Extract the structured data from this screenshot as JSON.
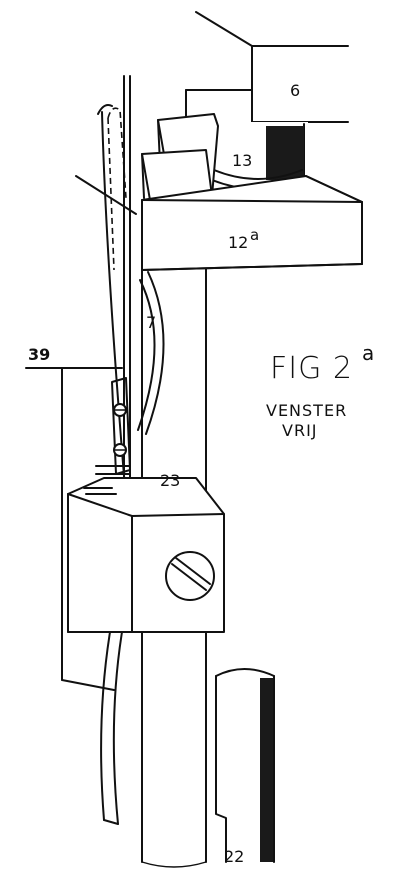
{
  "figure": {
    "title": "FIG 2",
    "title_superscript": "a",
    "caption_line1": "VENSTER",
    "caption_line2": "VRIJ"
  },
  "labels": {
    "part_6": "6",
    "part_13": "13",
    "part_12a": "12",
    "part_12a_sup": "a",
    "part_7": "7",
    "part_39": "39",
    "part_23": "23",
    "part_22": "22"
  },
  "colors": {
    "ink": "#111111",
    "paper": "#ffffff"
  }
}
